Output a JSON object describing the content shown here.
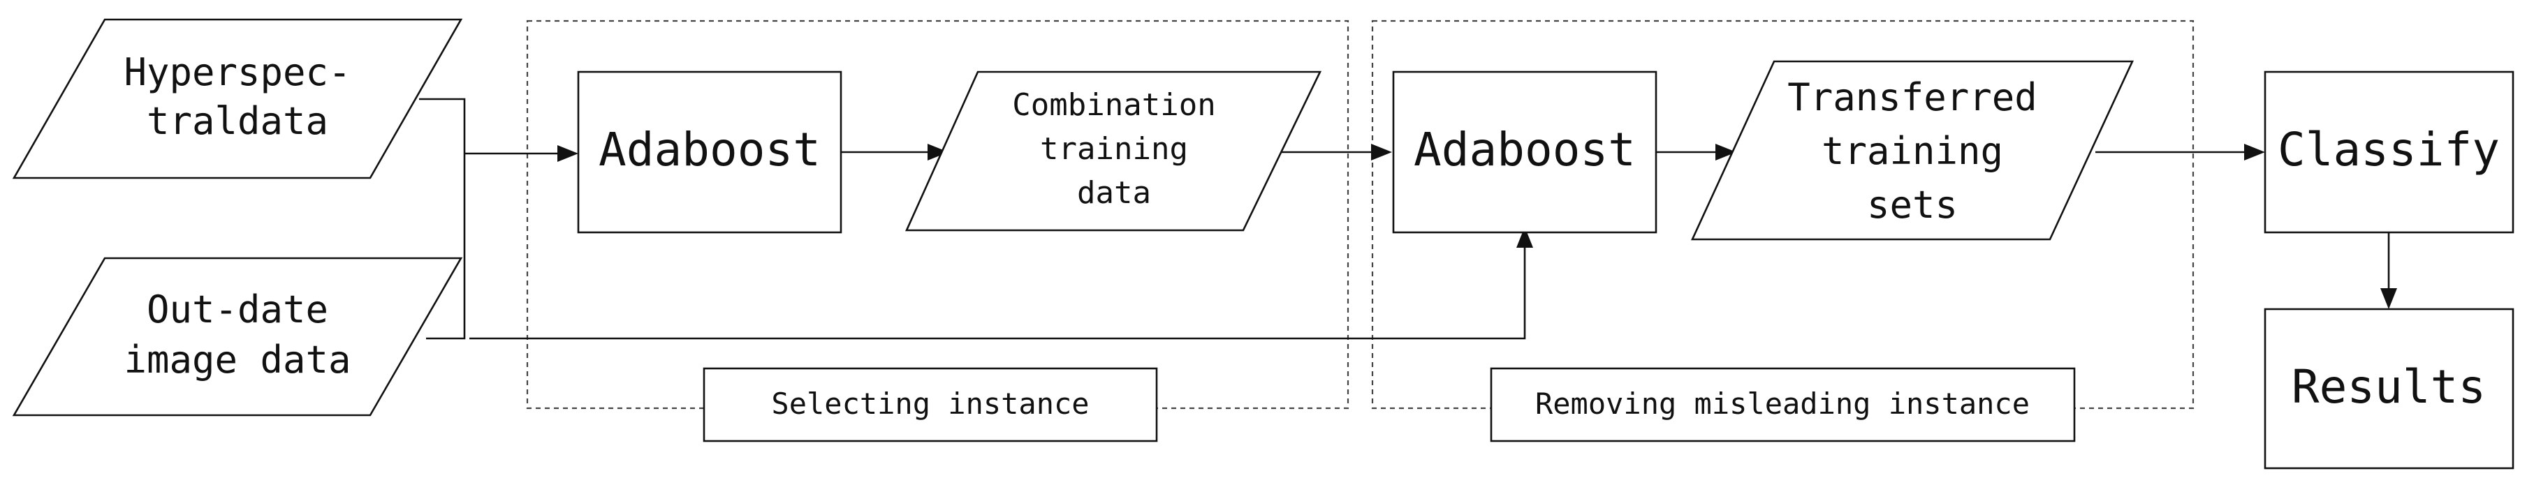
{
  "diagram": {
    "inputs": {
      "hyperspectral": [
        "Hyperspec-",
        "traldata"
      ],
      "outdated": [
        "Out-date",
        "image data"
      ]
    },
    "stage1": {
      "algorithm": "Adaboost",
      "output": [
        "Combination",
        "training",
        "data"
      ],
      "label": "Selecting instance"
    },
    "stage2": {
      "algorithm": "Adaboost",
      "output": [
        "Transferred",
        "training",
        "sets"
      ],
      "label": "Removing misleading instance"
    },
    "classify": "Classify",
    "results": "Results"
  }
}
